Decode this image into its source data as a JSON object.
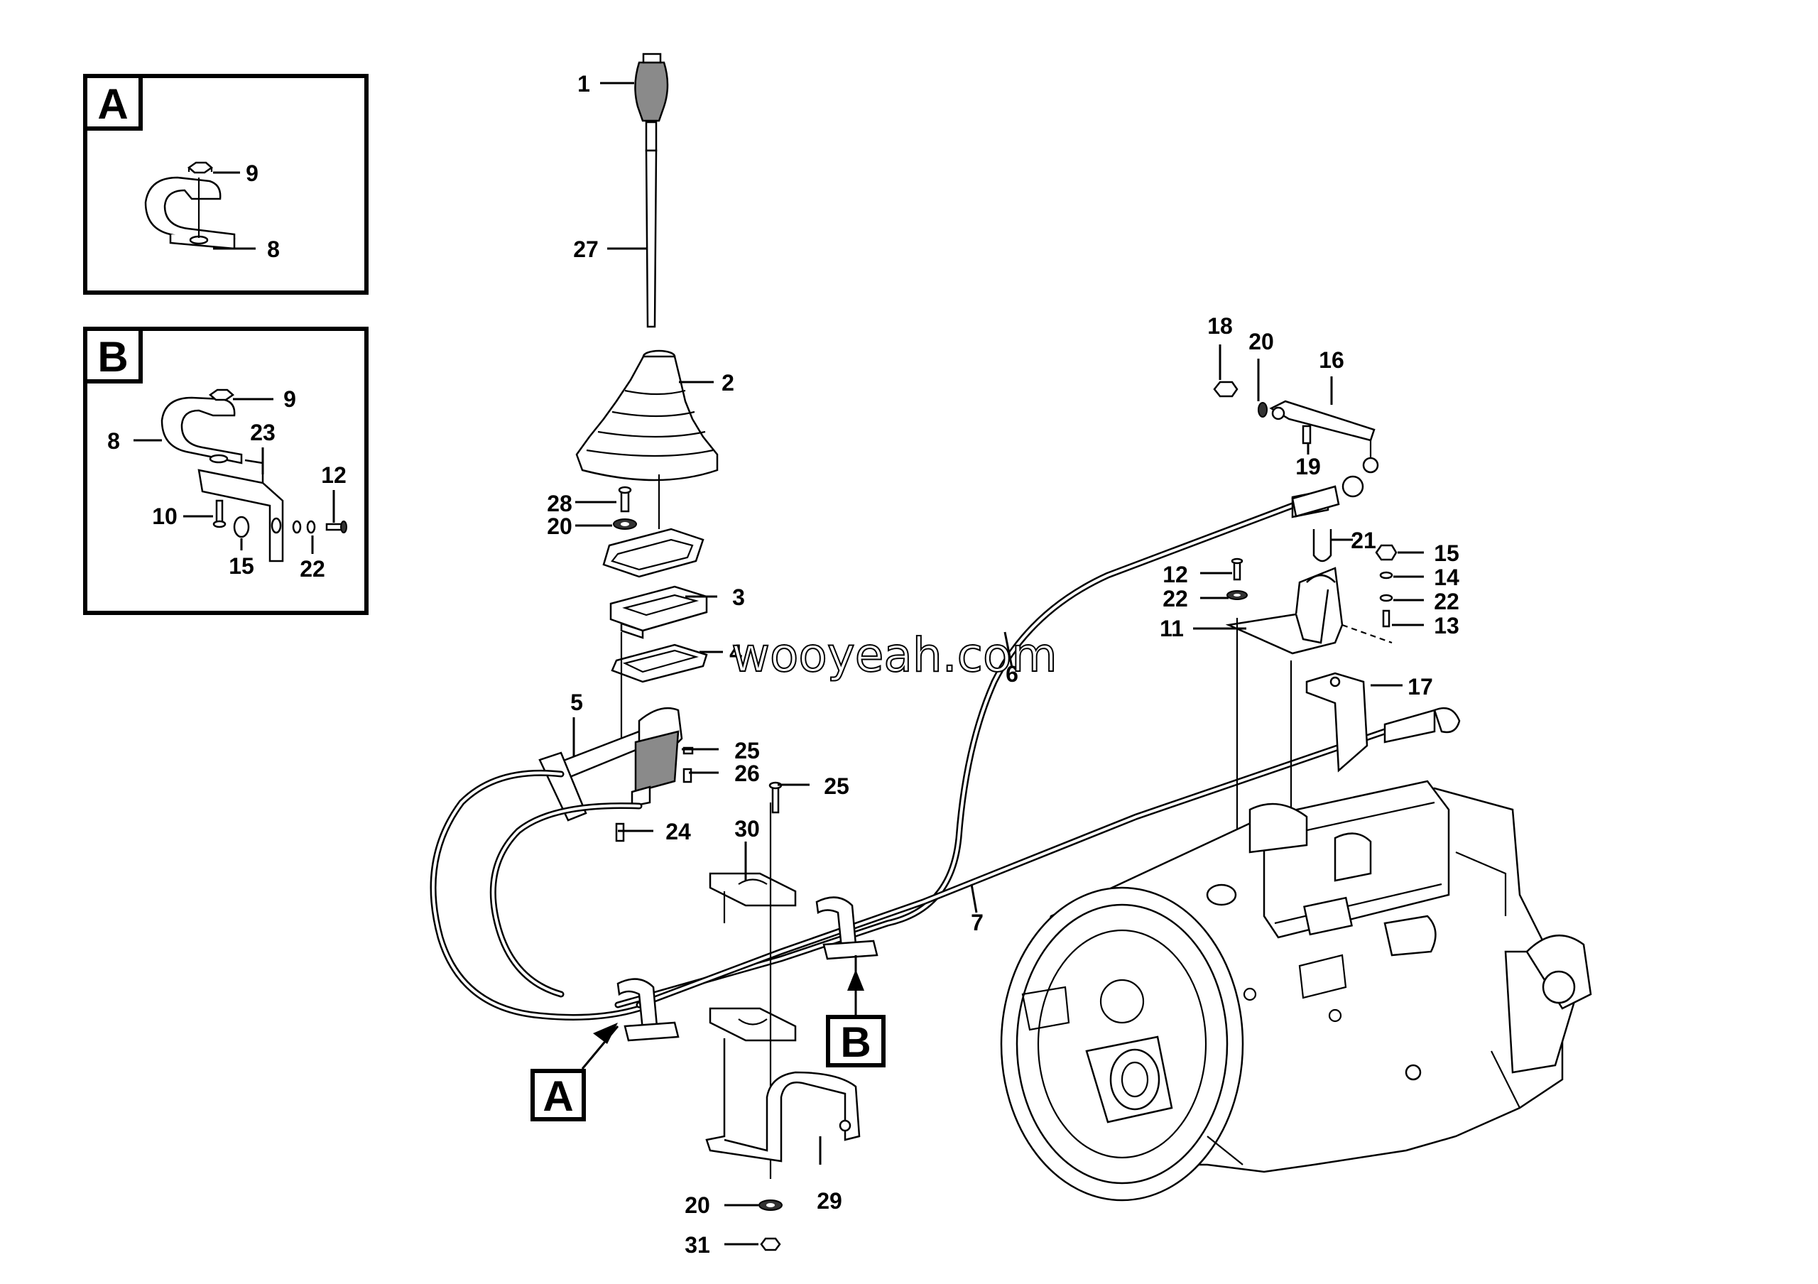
{
  "watermark": "wooyeah.com",
  "views": [
    {
      "letter": "A"
    },
    {
      "letter": "B"
    }
  ],
  "view_pointers": [
    {
      "letter": "A"
    },
    {
      "letter": "B"
    }
  ],
  "callouts": [
    {
      "id": "c1",
      "text": "1"
    },
    {
      "id": "c27",
      "text": "27"
    },
    {
      "id": "c2",
      "text": "2"
    },
    {
      "id": "c28",
      "text": "28"
    },
    {
      "id": "c20a",
      "text": "20"
    },
    {
      "id": "c3",
      "text": "3"
    },
    {
      "id": "c4",
      "text": "4"
    },
    {
      "id": "c5",
      "text": "5"
    },
    {
      "id": "c25a",
      "text": "25"
    },
    {
      "id": "c26",
      "text": "26"
    },
    {
      "id": "c25b",
      "text": "25"
    },
    {
      "id": "c24",
      "text": "24"
    },
    {
      "id": "c30",
      "text": "30"
    },
    {
      "id": "c6",
      "text": "6"
    },
    {
      "id": "c7",
      "text": "7"
    },
    {
      "id": "c29",
      "text": "29"
    },
    {
      "id": "c20b",
      "text": "20"
    },
    {
      "id": "c31",
      "text": "31"
    },
    {
      "id": "c18",
      "text": "18"
    },
    {
      "id": "c20c",
      "text": "20"
    },
    {
      "id": "c16",
      "text": "16"
    },
    {
      "id": "c19",
      "text": "19"
    },
    {
      "id": "c21",
      "text": "21"
    },
    {
      "id": "c12a",
      "text": "12"
    },
    {
      "id": "c22a",
      "text": "22"
    },
    {
      "id": "c11",
      "text": "11"
    },
    {
      "id": "c15a",
      "text": "15"
    },
    {
      "id": "c14",
      "text": "14"
    },
    {
      "id": "c22b",
      "text": "22"
    },
    {
      "id": "c13",
      "text": "13"
    },
    {
      "id": "c17",
      "text": "17"
    },
    {
      "id": "cA9",
      "text": "9"
    },
    {
      "id": "cA8",
      "text": "8"
    },
    {
      "id": "cB9",
      "text": "9"
    },
    {
      "id": "cB8",
      "text": "8"
    },
    {
      "id": "cB23",
      "text": "23"
    },
    {
      "id": "cB12",
      "text": "12"
    },
    {
      "id": "cB10",
      "text": "10"
    },
    {
      "id": "cB15",
      "text": "15"
    },
    {
      "id": "cB22",
      "text": "22"
    }
  ]
}
